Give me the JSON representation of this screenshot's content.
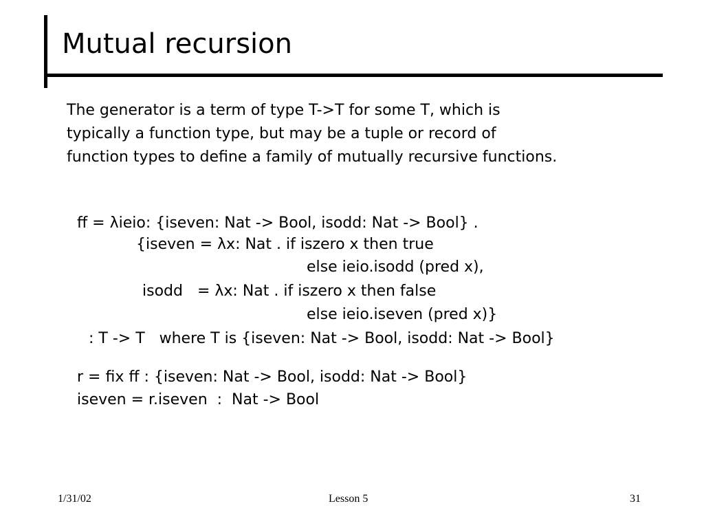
{
  "slide": {
    "title": "Mutual recursion",
    "intro_lines": [
      "The generator is a term of type T->T for some T, which is",
      "typically a function type, but may be a tuple or record of",
      "function types to define a family of mutually recursive functions."
    ],
    "code_lines": [
      "ff = λieio: {iseven: Nat -> Bool, isodd: Nat -> Bool} .",
      "{iseven = λx: Nat . if iszero x then true",
      "else ieio.isodd (pred x),",
      "isodd   = λx: Nat . if iszero x then false",
      "else ieio.iseven (pred x)}",
      ": T -> T   where T is {iseven: Nat -> Bool, isodd: Nat -> Bool}",
      "r = fix ff : {iseven: Nat -> Bool, isodd: Nat -> Bool}",
      "iseven = r.iseven  :  Nat -> Bool"
    ]
  },
  "footer": {
    "date": "1/31/02",
    "lesson": "Lesson 5",
    "page": "31"
  }
}
